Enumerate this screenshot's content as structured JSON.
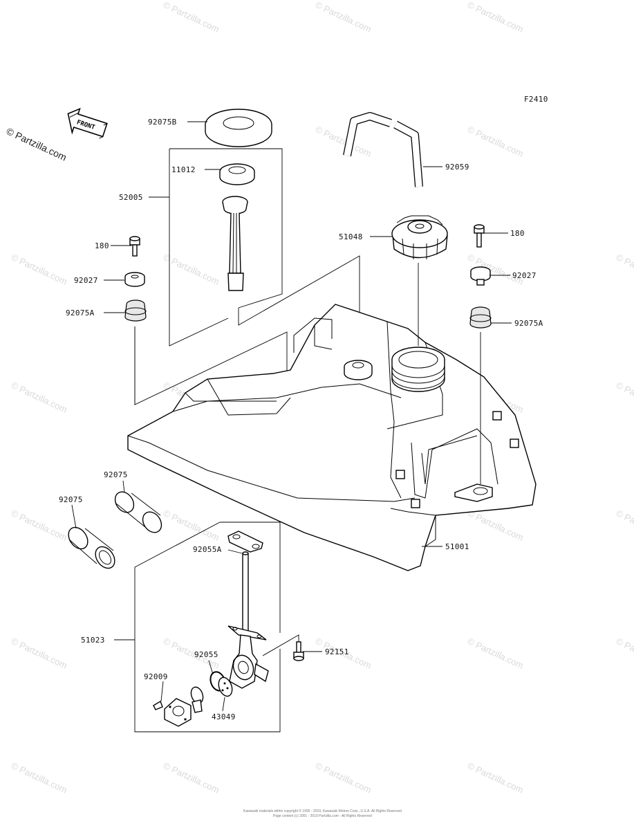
{
  "figure_code": "F2410",
  "front_label": "FRONT",
  "watermark_text": "© Partzilla.com",
  "copyright_lines": [
    "Kawasaki materials within copyright © 1995 - 2019, Kawasaki Motors Corp., U.S.A. All Rights Reserved",
    "Page content (c) 2001 - 2019 Partzilla.com - All Rights Reserved"
  ],
  "parts": {
    "p92075B": "92075B",
    "p11012": "11012",
    "p52005": "52005",
    "p180_left": "180",
    "p92027_left": "92027",
    "p92075A_left": "92075A",
    "p92059": "92059",
    "p51048": "51048",
    "p180_right": "180",
    "p92027_right": "92027",
    "p92075A_right": "92075A",
    "p92075_upper": "92075",
    "p92075_lower": "92075",
    "p51001": "51001",
    "p92055A": "92055A",
    "p51023": "51023",
    "p92151": "92151",
    "p92055": "92055",
    "p92009": "92009",
    "p43049": "43049"
  }
}
